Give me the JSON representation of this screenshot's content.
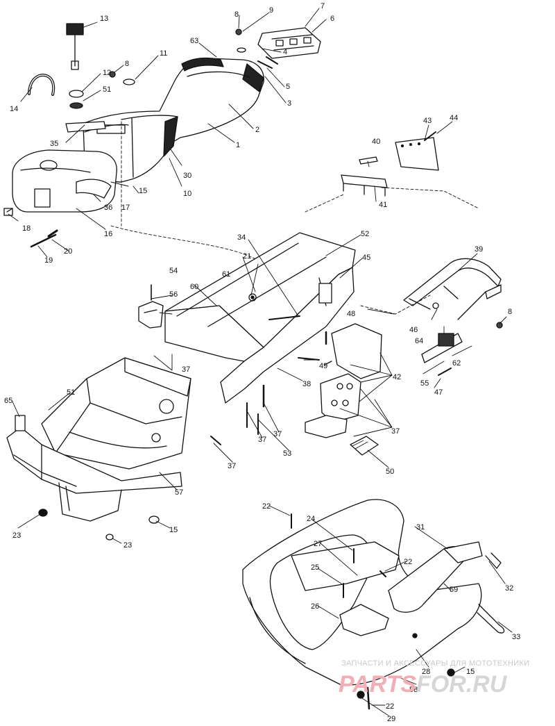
{
  "callouts": [
    {
      "id": "c1",
      "text": "1"
    },
    {
      "id": "c2",
      "text": "2"
    },
    {
      "id": "c3",
      "text": "3"
    },
    {
      "id": "c4",
      "text": "4"
    },
    {
      "id": "c5",
      "text": "5"
    },
    {
      "id": "c6",
      "text": "6"
    },
    {
      "id": "c7",
      "text": "7"
    },
    {
      "id": "c8a",
      "text": "8"
    },
    {
      "id": "c8b",
      "text": "8"
    },
    {
      "id": "c8c",
      "text": "8"
    },
    {
      "id": "c9",
      "text": "9"
    },
    {
      "id": "c10",
      "text": "10"
    },
    {
      "id": "c11",
      "text": "11"
    },
    {
      "id": "c12",
      "text": "12"
    },
    {
      "id": "c13",
      "text": "13"
    },
    {
      "id": "c14",
      "text": "14"
    },
    {
      "id": "c15a",
      "text": "15"
    },
    {
      "id": "c15b",
      "text": "15"
    },
    {
      "id": "c15c",
      "text": "15"
    },
    {
      "id": "c16",
      "text": "16"
    },
    {
      "id": "c17",
      "text": "17"
    },
    {
      "id": "c18",
      "text": "18"
    },
    {
      "id": "c19",
      "text": "19"
    },
    {
      "id": "c20",
      "text": "20"
    },
    {
      "id": "c21",
      "text": "21"
    },
    {
      "id": "c22a",
      "text": "22"
    },
    {
      "id": "c22b",
      "text": "22"
    },
    {
      "id": "c22c",
      "text": "22"
    },
    {
      "id": "c23a",
      "text": "23"
    },
    {
      "id": "c23b",
      "text": "23"
    },
    {
      "id": "c24",
      "text": "24"
    },
    {
      "id": "c25",
      "text": "25"
    },
    {
      "id": "c26",
      "text": "26"
    },
    {
      "id": "c27",
      "text": "27"
    },
    {
      "id": "c28",
      "text": "28"
    },
    {
      "id": "c29",
      "text": "29"
    },
    {
      "id": "c30",
      "text": "30"
    },
    {
      "id": "c31",
      "text": "31"
    },
    {
      "id": "c32",
      "text": "32"
    },
    {
      "id": "c33",
      "text": "33"
    },
    {
      "id": "c34",
      "text": "34"
    },
    {
      "id": "c35",
      "text": "35"
    },
    {
      "id": "c36",
      "text": "36"
    },
    {
      "id": "c37a",
      "text": "37"
    },
    {
      "id": "c37b",
      "text": "37"
    },
    {
      "id": "c37c",
      "text": "37"
    },
    {
      "id": "c37d",
      "text": "37"
    },
    {
      "id": "c37e",
      "text": "37"
    },
    {
      "id": "c38",
      "text": "38"
    },
    {
      "id": "c39",
      "text": "39"
    },
    {
      "id": "c40",
      "text": "40"
    },
    {
      "id": "c41",
      "text": "41"
    },
    {
      "id": "c42",
      "text": "42"
    },
    {
      "id": "c43",
      "text": "43"
    },
    {
      "id": "c44",
      "text": "44"
    },
    {
      "id": "c45",
      "text": "45"
    },
    {
      "id": "c46",
      "text": "46"
    },
    {
      "id": "c47",
      "text": "47"
    },
    {
      "id": "c48",
      "text": "48"
    },
    {
      "id": "c49",
      "text": "49"
    },
    {
      "id": "c50",
      "text": "50"
    },
    {
      "id": "c51a",
      "text": "51"
    },
    {
      "id": "c51b",
      "text": "51"
    },
    {
      "id": "c52",
      "text": "52"
    },
    {
      "id": "c53",
      "text": "53"
    },
    {
      "id": "c54",
      "text": "54"
    },
    {
      "id": "c55",
      "text": "55"
    },
    {
      "id": "c56",
      "text": "56"
    },
    {
      "id": "c57",
      "text": "57"
    },
    {
      "id": "c58",
      "text": "58"
    },
    {
      "id": "c59",
      "text": "59"
    },
    {
      "id": "c60",
      "text": "60"
    },
    {
      "id": "c61",
      "text": "61"
    },
    {
      "id": "c62",
      "text": "62"
    },
    {
      "id": "c63",
      "text": "63"
    },
    {
      "id": "c64",
      "text": "64"
    },
    {
      "id": "c65",
      "text": "65"
    }
  ],
  "watermark": {
    "tagline": "ЗАПЧАСТИ И АКСЕССУАРЫ ДЛЯ МОТОТЕХНИКИ",
    "brand_part1": "PARTS",
    "brand_part2": "FOR.RU"
  },
  "colors": {
    "line": "#111111",
    "watermark_red": "#f1aeb5",
    "watermark_gray": "#d6d6d6"
  }
}
